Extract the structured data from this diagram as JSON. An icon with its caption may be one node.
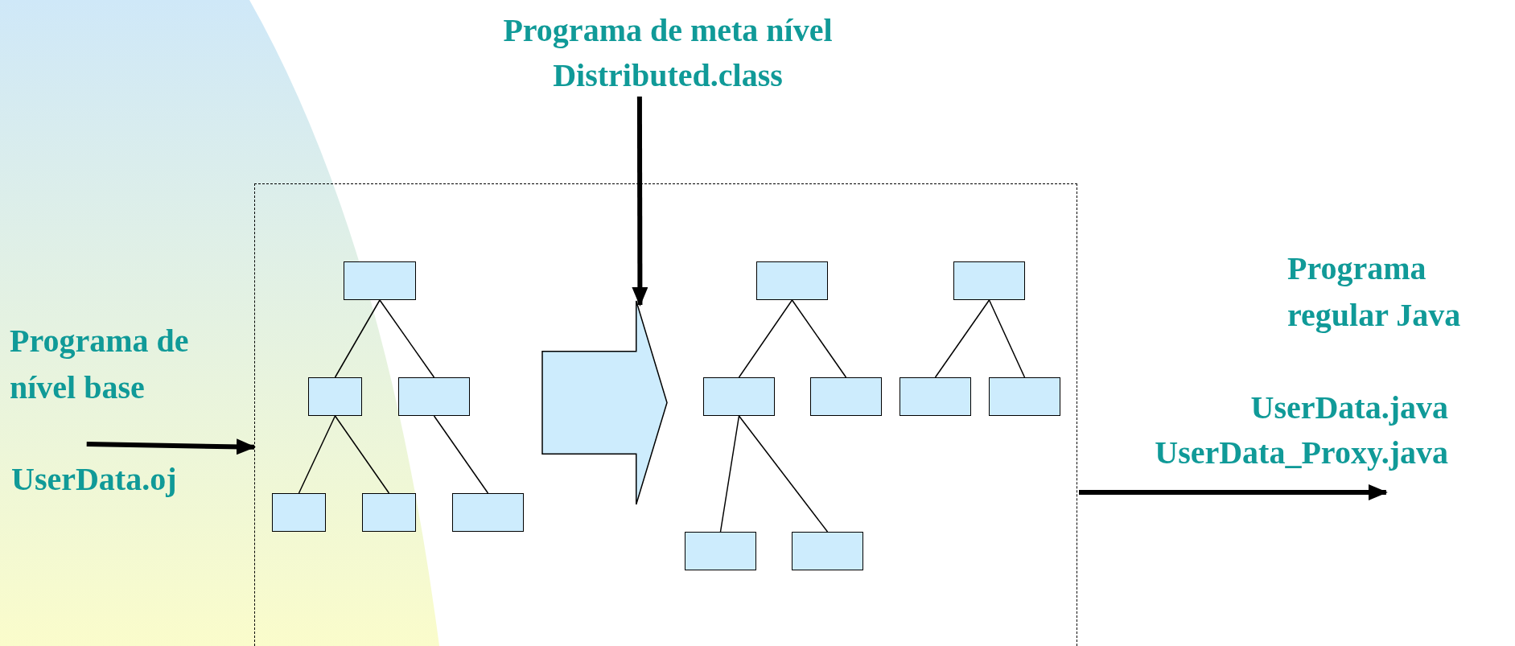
{
  "diagram": {
    "nodes": [
      {
        "text": [
          "Programa de meta nível",
          "Distributed.class"
        ]
      },
      {
        "text": [],
        "shape": "box"
      },
      {
        "text": [],
        "shape": "box",
        "in": 1
      },
      {
        "text": [],
        "shape": "box",
        "in": 1
      },
      {
        "text": [],
        "shape": "box",
        "in": 1
      },
      {
        "text": [],
        "shape": "box",
        "in": 1
      },
      {
        "text": [],
        "shape": "box",
        "in": 1
      },
      {
        "text": [],
        "shape": "box",
        "in": 1
      },
      {
        "text": [],
        "shape": "arrow",
        "in": 1
      },
      {
        "text": [],
        "shape": "box",
        "in": 1
      },
      {
        "text": [],
        "shape": "box",
        "in": 1
      },
      {
        "text": [],
        "shape": "box",
        "in": 1
      },
      {
        "text": [],
        "shape": "box",
        "in": 1
      },
      {
        "text": [],
        "shape": "box",
        "in": 1
      },
      {
        "text": [],
        "shape": "box",
        "in": 1
      },
      {
        "text": [],
        "shape": "box",
        "in": 1
      },
      {
        "text": [],
        "shape": "box",
        "in": 1
      },
      {
        "text": [
          "Programa de nível base"
        ]
      },
      {
        "text": [
          "UserData.java",
          "UserData_Proxy.java"
        ]
      }
    ],
    "edges": [
      {
        "from": 0,
        "to": 8,
        "arrow": "to",
        "style": "thick"
      },
      {
        "from": 17,
        "to": 1,
        "arrow": "to",
        "style": "thick"
      },
      {
        "from": 2,
        "to": 3,
        "arrow": "none"
      },
      {
        "from": 2,
        "to": 4,
        "arrow": "none"
      },
      {
        "from": 3,
        "to": 5,
        "arrow": "none"
      },
      {
        "from": 3,
        "to": 6,
        "arrow": "none"
      },
      {
        "from": 4,
        "to": 7,
        "arrow": "none"
      },
      {
        "from": 9,
        "to": 10,
        "arrow": "none"
      },
      {
        "from": 9,
        "to": 11,
        "arrow": "none"
      },
      {
        "from": 10,
        "to": 12,
        "arrow": "none"
      },
      {
        "from": 10,
        "to": 13,
        "arrow": "none"
      },
      {
        "from": 14,
        "to": 15,
        "arrow": "none"
      },
      {
        "from": 14,
        "to": 16,
        "arrow": "none"
      },
      {
        "from": 1,
        "to": 18,
        "arrow": "to",
        "style": "thick"
      }
    ],
    "labels": [
      "UserData.oj",
      "Programa regular Java"
    ]
  }
}
